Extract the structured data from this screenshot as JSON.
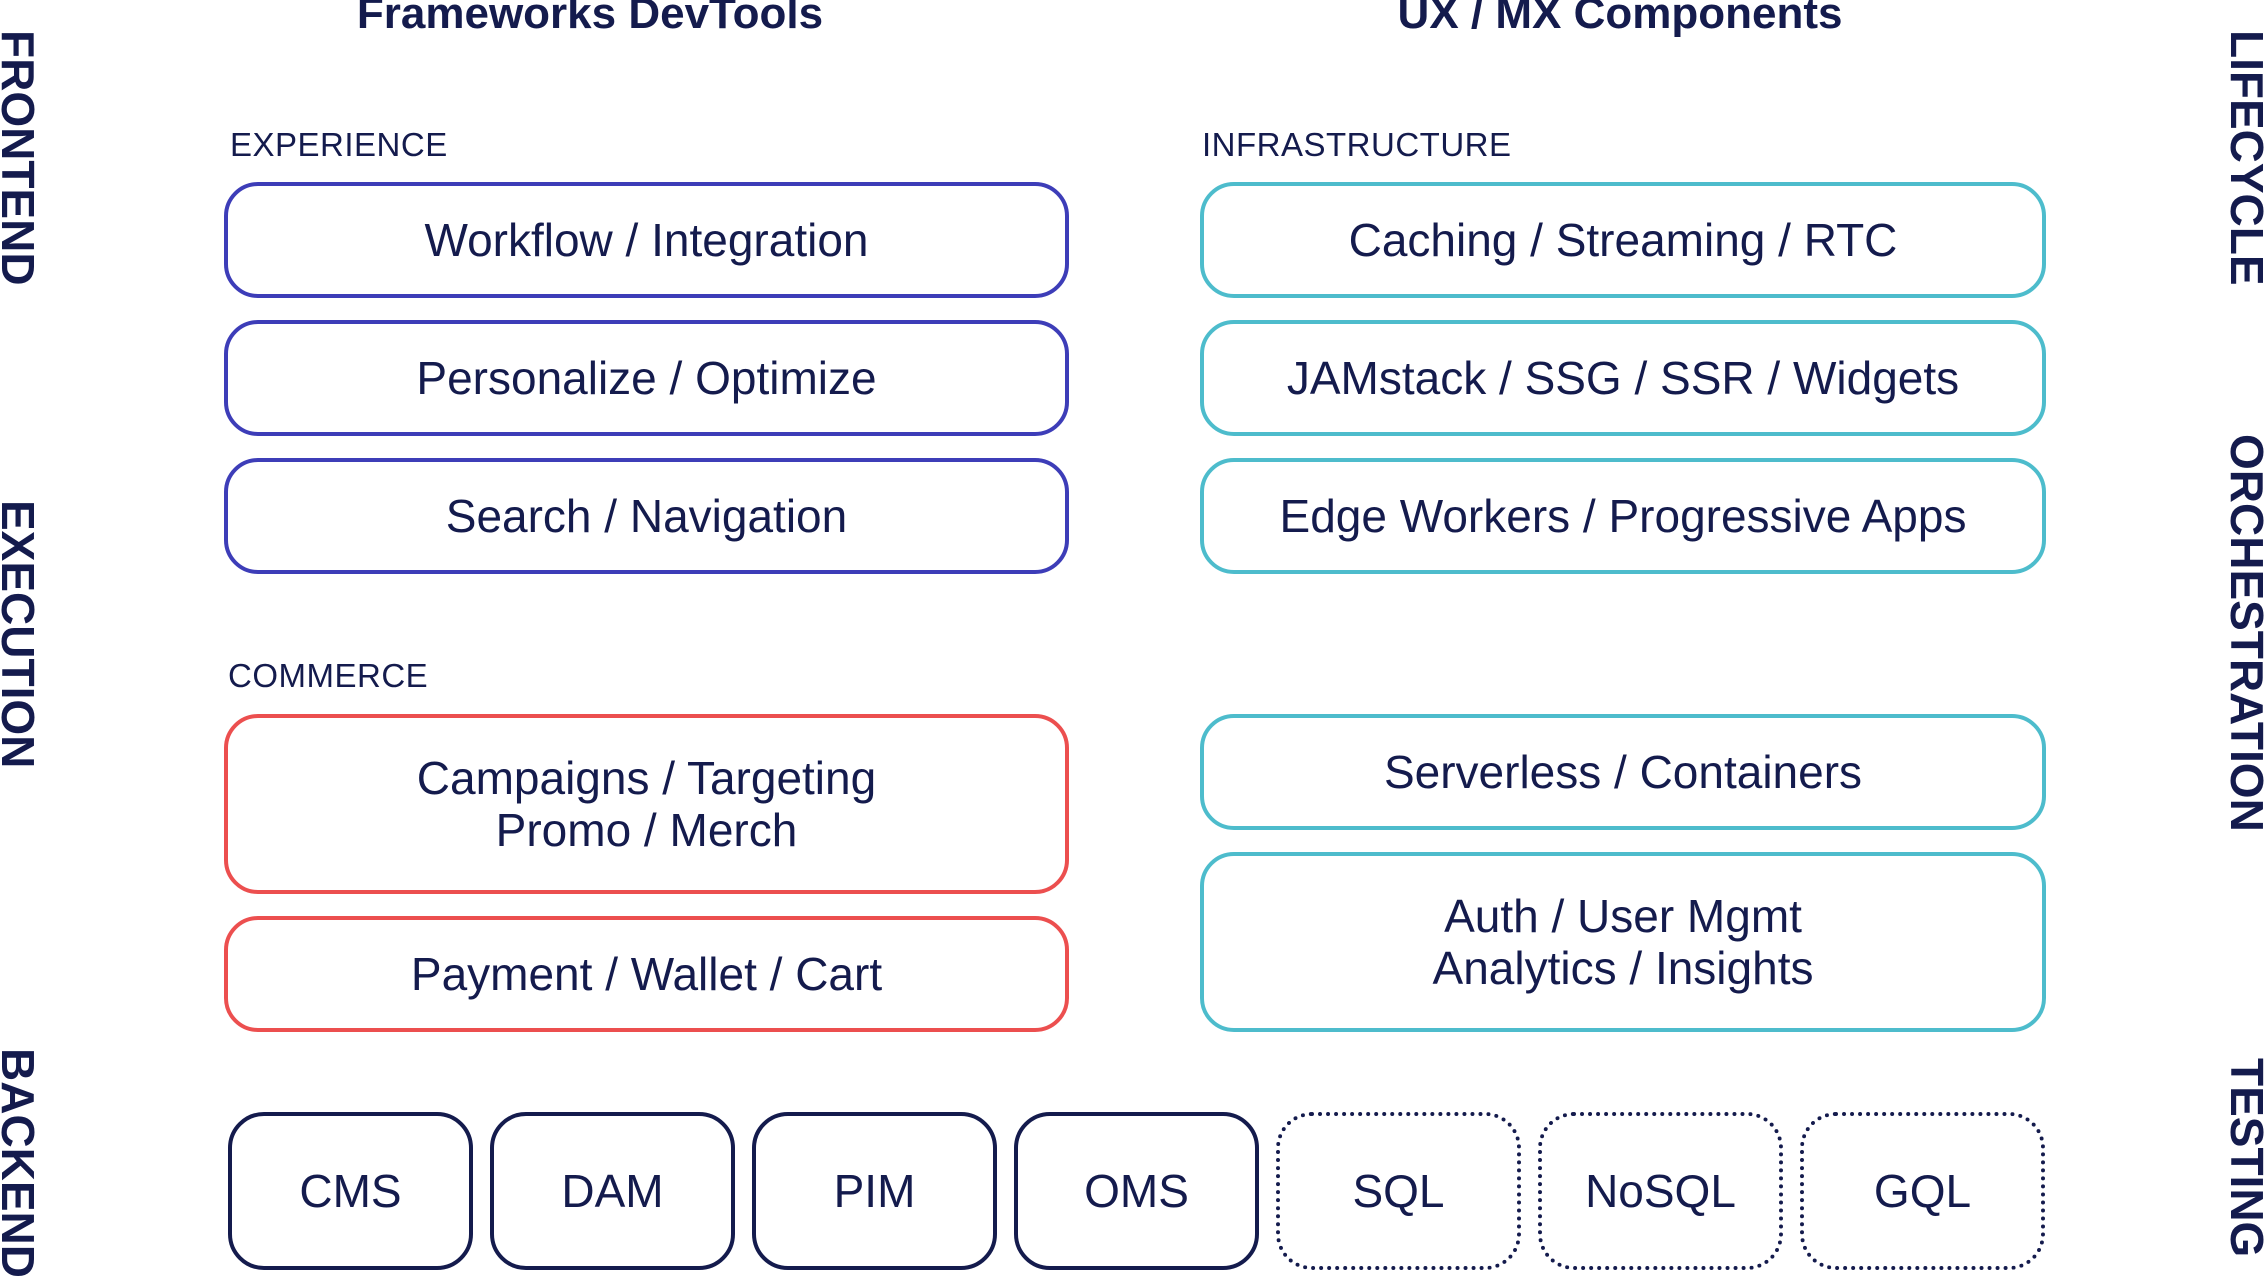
{
  "titles": {
    "left": "Frameworks DevTools",
    "right": "UX / MX Components"
  },
  "left_side_labels": [
    "FRONTEND",
    "EXECUTION",
    "BACKEND"
  ],
  "right_side_labels": [
    "LIFECYCLE",
    "ORCHESTRATION",
    "TESTING"
  ],
  "experience": {
    "label": "EXPERIENCE",
    "items": [
      "Workflow / Integration",
      "Personalize / Optimize",
      "Search / Navigation"
    ]
  },
  "commerce": {
    "label": "COMMERCE",
    "items": [
      [
        "Campaigns / Targeting",
        "Promo / Merch"
      ],
      [
        "Payment / Wallet / Cart"
      ]
    ]
  },
  "infrastructure": {
    "label": "INFRASTRUCTURE",
    "items": [
      "Caching / Streaming / RTC",
      "JAMstack / SSG / SSR / Widgets",
      "Edge Workers / Progressive Apps"
    ],
    "lower_items": [
      [
        "Serverless / Containers"
      ],
      [
        "Auth / User Mgmt",
        "Analytics / Insights"
      ]
    ]
  },
  "backend": {
    "systems": [
      "CMS",
      "DAM",
      "PIM",
      "OMS"
    ],
    "data_stores": [
      "SQL",
      "NoSQL",
      "GQL"
    ]
  },
  "colors": {
    "text": "#141b4d",
    "experience": "#3d3db8",
    "commerce": "#ec4f4f",
    "infrastructure": "#4dbccc"
  }
}
